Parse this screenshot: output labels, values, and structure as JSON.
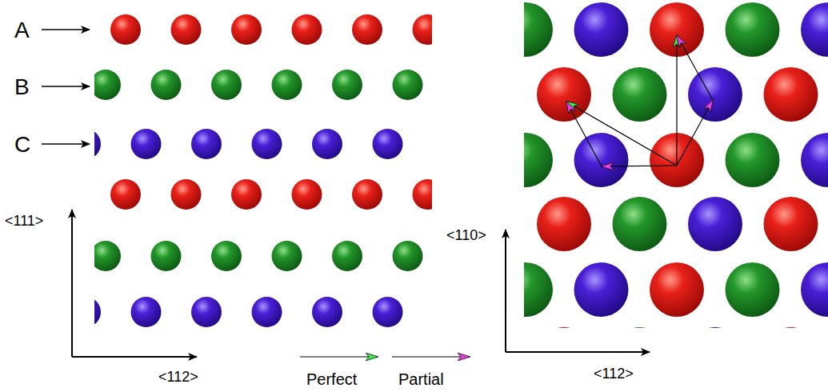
{
  "diagram": {
    "labels": [
      "A",
      "B",
      "C",
      "<111>",
      "<112>",
      "Perfect",
      "Partial",
      "<110>",
      "<112>"
    ]
  }
}
